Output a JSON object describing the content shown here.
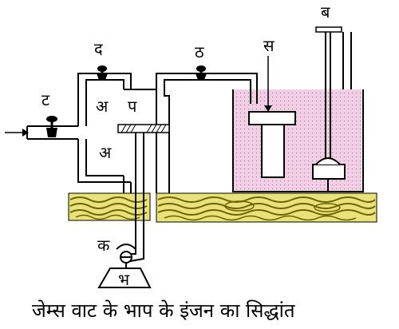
{
  "labels": {
    "T": "ट",
    "D": "द",
    "A_upper": "अ",
    "A_lower": "अ",
    "P": "प",
    "Th": "ठ",
    "S": "स",
    "B": "ब",
    "K": "क",
    "Bh": "भ"
  },
  "caption": "जेम्स वाट के भाप के इंजन का सिद्धांत",
  "colors": {
    "water": "#f1d0e6",
    "water_dots": "#c679b0",
    "wood": "#e9e27a",
    "wood_grain": "#6b6200",
    "line": "#000000"
  }
}
